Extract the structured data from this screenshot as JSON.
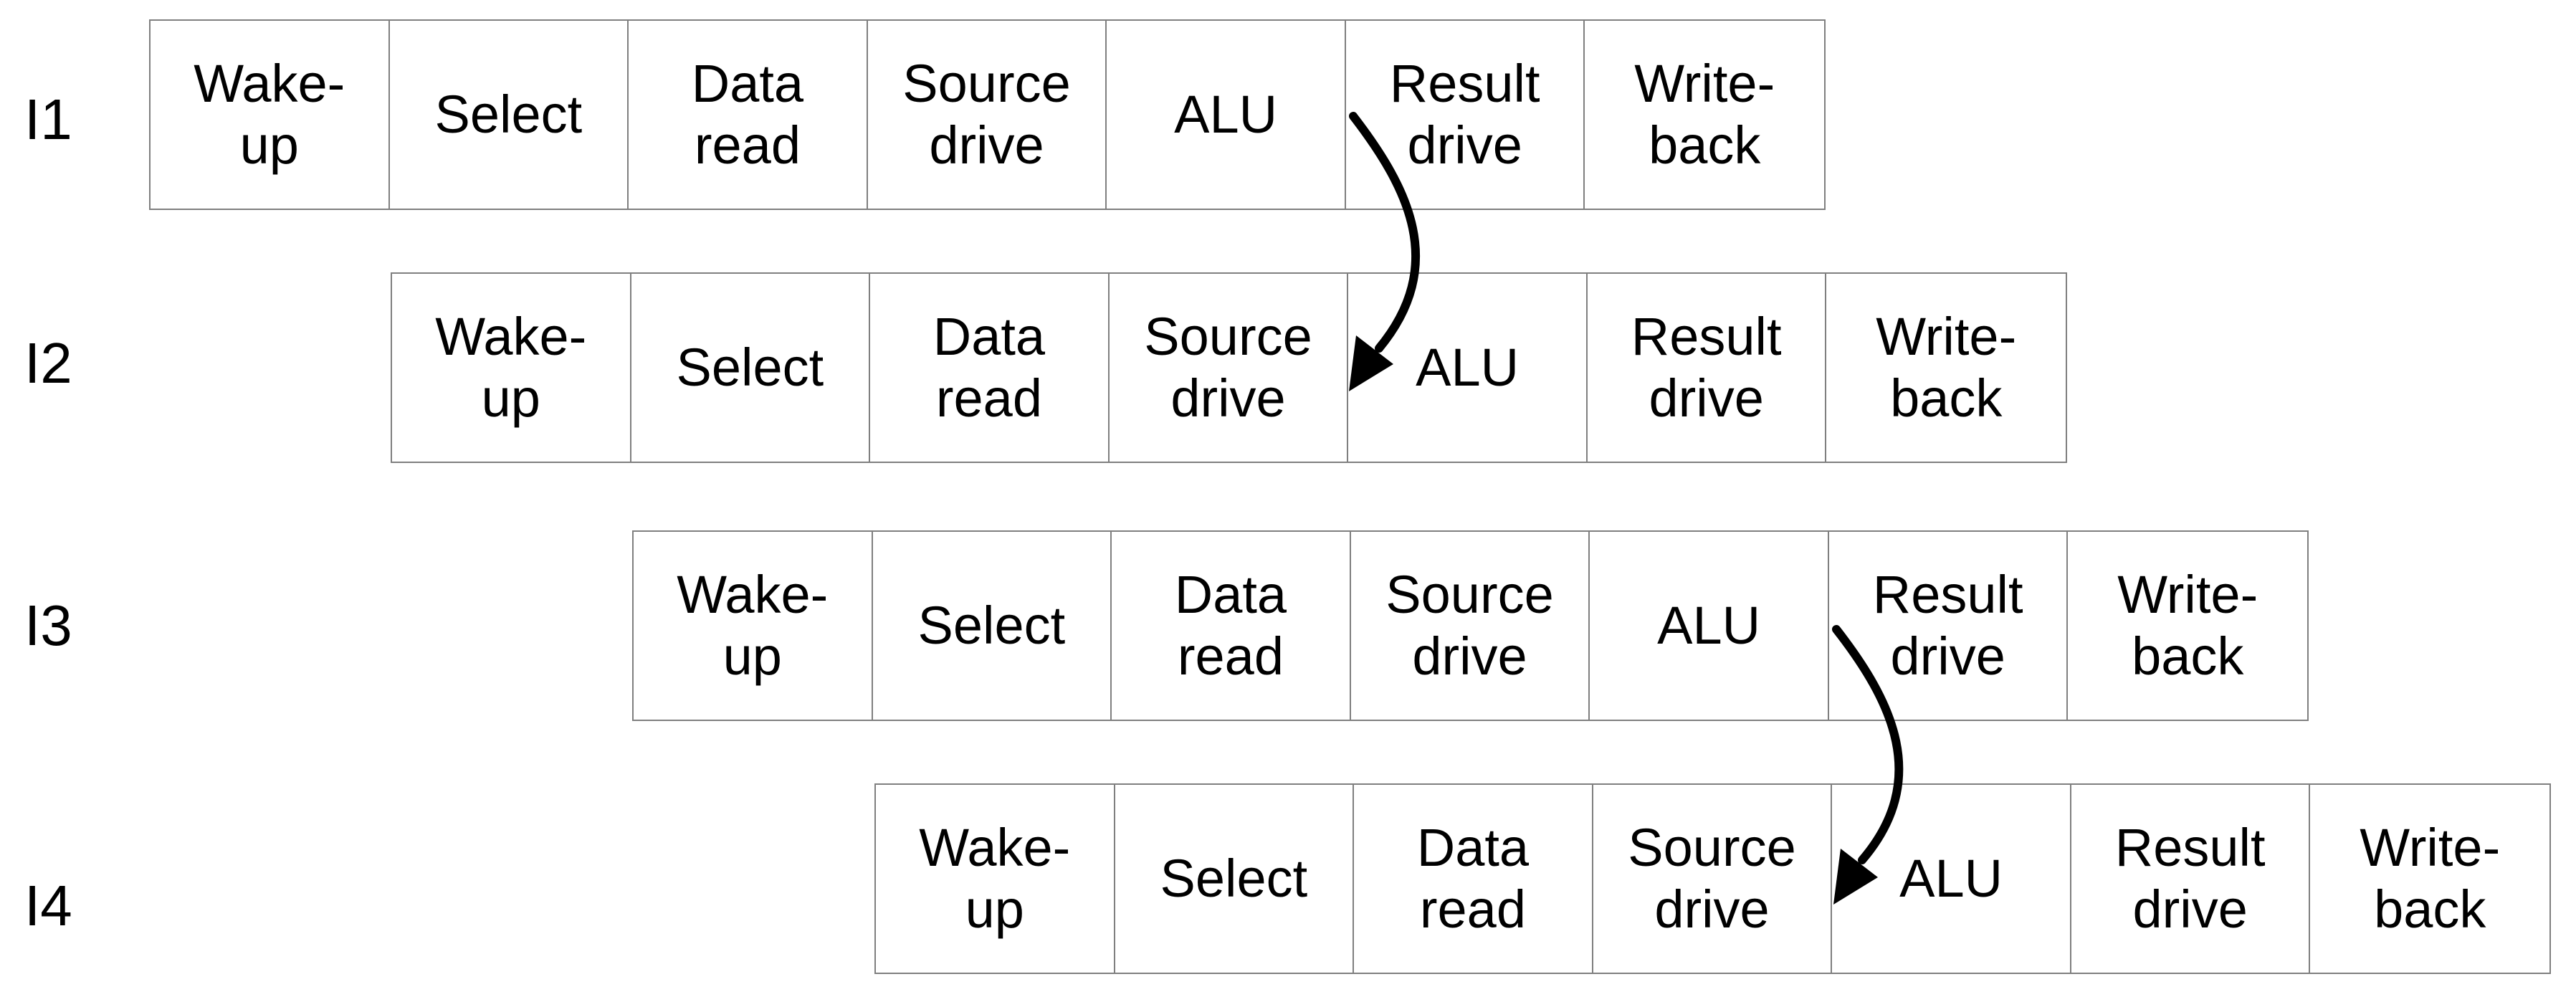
{
  "stages": [
    "Wake-\nup",
    "Select",
    "Data\nread",
    "Source\ndrive",
    "ALU",
    "Result\ndrive",
    "Write-\nback"
  ],
  "instructions": [
    {
      "label": "I1"
    },
    {
      "label": "I2"
    },
    {
      "label": "I3"
    },
    {
      "label": "I4"
    }
  ]
}
